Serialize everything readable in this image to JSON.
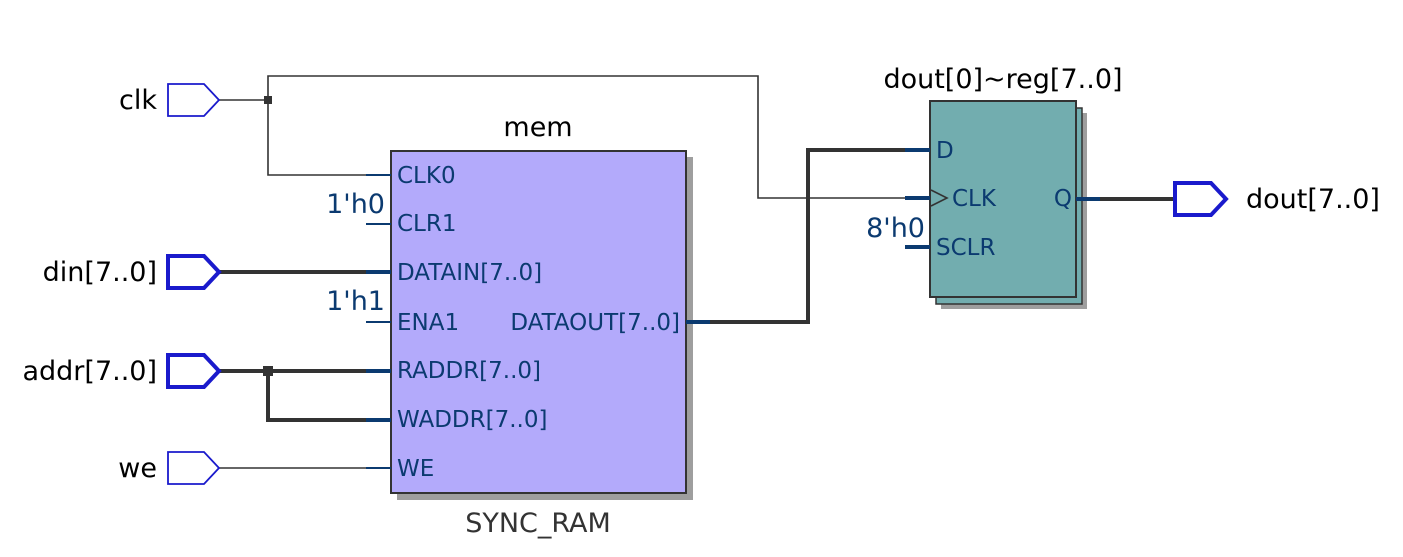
{
  "inputs": {
    "clk": "clk",
    "din": "din[7..0]",
    "addr": "addr[7..0]",
    "we": "we"
  },
  "outputs": {
    "dout": "dout[7..0]"
  },
  "ram": {
    "instance_name": "mem",
    "type_name": "SYNC_RAM",
    "color": "#b3aafb",
    "ports": {
      "clk0": "CLK0",
      "clr1": "CLR1",
      "datain": "DATAIN[7..0]",
      "ena1": "ENA1",
      "raddr": "RADDR[7..0]",
      "waddr": "WADDR[7..0]",
      "we": "WE",
      "dataout": "DATAOUT[7..0]"
    },
    "constants": {
      "clr1": "1'h0",
      "ena1": "1'h1"
    }
  },
  "reg": {
    "instance_name": "dout[0]~reg[7..0]",
    "color": "#72adaf",
    "ports": {
      "d": "D",
      "clk": "CLK",
      "sclr": "SCLR",
      "q": "Q"
    },
    "constants": {
      "sclr": "8'h0"
    }
  }
}
